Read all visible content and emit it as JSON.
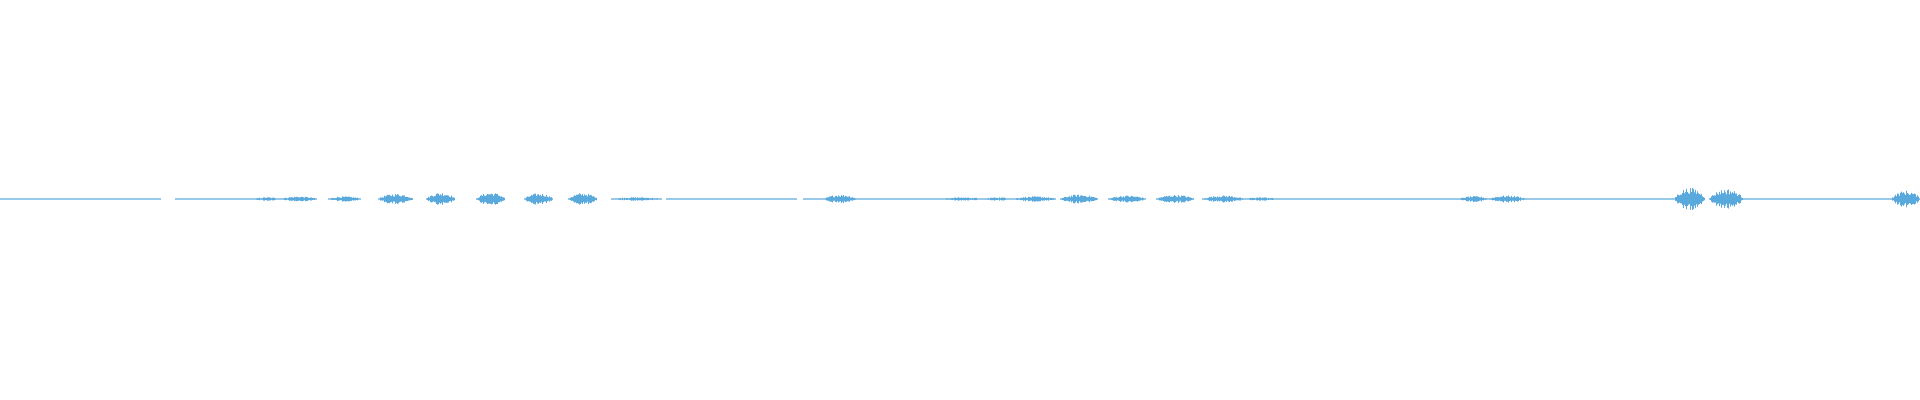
{
  "waveform": {
    "color": "#5aa9dc",
    "duration_fraction_segments": [
      {
        "start": 0.0,
        "end": 0.084,
        "amp": 0.04
      },
      {
        "start": 0.091,
        "end": 0.132,
        "amp": 0.05
      },
      {
        "start": 0.132,
        "end": 0.146,
        "amp": 0.15
      },
      {
        "start": 0.146,
        "end": 0.165,
        "amp": 0.22
      },
      {
        "start": 0.171,
        "end": 0.188,
        "amp": 0.22
      },
      {
        "start": 0.197,
        "end": 0.215,
        "amp": 0.45
      },
      {
        "start": 0.222,
        "end": 0.237,
        "amp": 0.55
      },
      {
        "start": 0.248,
        "end": 0.263,
        "amp": 0.55
      },
      {
        "start": 0.273,
        "end": 0.288,
        "amp": 0.48
      },
      {
        "start": 0.296,
        "end": 0.311,
        "amp": 0.5
      },
      {
        "start": 0.318,
        "end": 0.345,
        "amp": 0.15
      },
      {
        "start": 0.347,
        "end": 0.415,
        "amp": 0.05
      },
      {
        "start": 0.418,
        "end": 0.429,
        "amp": 0.05
      },
      {
        "start": 0.429,
        "end": 0.446,
        "amp": 0.38
      },
      {
        "start": 0.446,
        "end": 0.49,
        "amp": 0.05
      },
      {
        "start": 0.49,
        "end": 0.512,
        "amp": 0.15
      },
      {
        "start": 0.512,
        "end": 0.527,
        "amp": 0.15
      },
      {
        "start": 0.527,
        "end": 0.55,
        "amp": 0.22
      },
      {
        "start": 0.552,
        "end": 0.572,
        "amp": 0.38
      },
      {
        "start": 0.577,
        "end": 0.597,
        "amp": 0.3
      },
      {
        "start": 0.602,
        "end": 0.622,
        "amp": 0.35
      },
      {
        "start": 0.626,
        "end": 0.648,
        "amp": 0.3
      },
      {
        "start": 0.648,
        "end": 0.665,
        "amp": 0.15
      },
      {
        "start": 0.665,
        "end": 0.76,
        "amp": 0.05
      },
      {
        "start": 0.76,
        "end": 0.775,
        "amp": 0.25
      },
      {
        "start": 0.775,
        "end": 0.795,
        "amp": 0.3
      },
      {
        "start": 0.795,
        "end": 0.872,
        "amp": 0.05
      },
      {
        "start": 0.872,
        "end": 0.888,
        "amp": 0.95
      },
      {
        "start": 0.89,
        "end": 0.908,
        "amp": 0.85
      },
      {
        "start": 0.908,
        "end": 0.985,
        "amp": 0.05
      },
      {
        "start": 0.985,
        "end": 1.0,
        "amp": 0.7
      }
    ]
  }
}
